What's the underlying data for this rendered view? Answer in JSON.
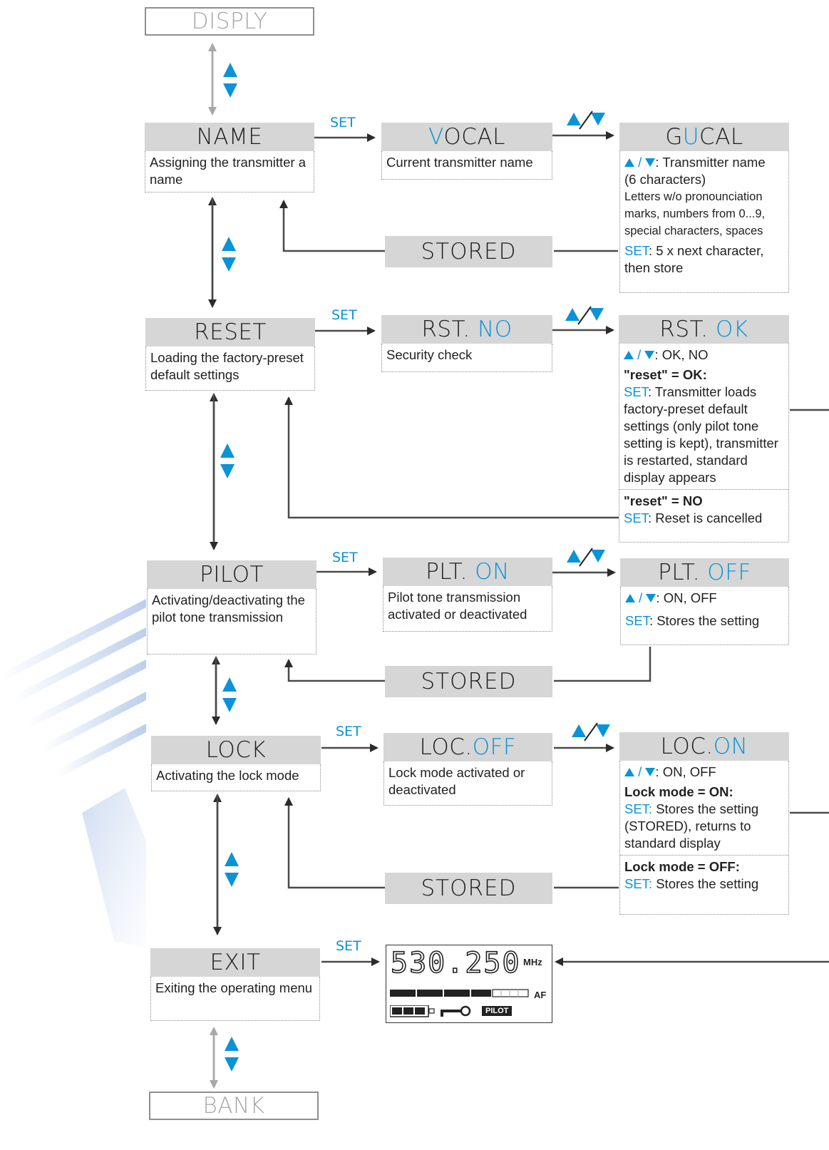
{
  "colors": {
    "accent": "#0a93d8",
    "header_bg": "#d6d6d6",
    "line": "#4a4a4a",
    "gray_line": "#a8a8a8"
  },
  "top": {
    "label": "DISPLY"
  },
  "bottom": {
    "label": "BANK"
  },
  "set_label": "SET",
  "stored_label": "STORED",
  "name": {
    "title": "NAME",
    "desc": "Assigning the transmitter a name",
    "mid": {
      "first": "V",
      "rest": "OCAL",
      "desc": "Current transmitter name"
    },
    "right": {
      "pre": "G",
      "acc": "U",
      "rest": "CAL",
      "l1": ": Transmitter name",
      "l2": "(6 characters)",
      "l3": "Letters w/o pronounciation",
      "l4": "marks, numbers from 0...9,",
      "l5": "special characters, spaces",
      "set": "SET",
      "l6": ": 5 x next character,",
      "l7": "then store"
    }
  },
  "reset": {
    "title": "RESET",
    "desc": "Loading the factory-preset default settings",
    "mid": {
      "pre": "RST. ",
      "acc": "NO",
      "desc": "Security check"
    },
    "right": {
      "pre": "RST. ",
      "acc": "OK",
      "opts": ": OK, NO",
      "h1": "\"reset\" = OK:",
      "set": "SET",
      "t1": ": Transmitter loads",
      "t2": "factory-preset default",
      "t3": "settings (only pilot tone",
      "t4": "setting is kept), transmitter",
      "t5": "is restarted, standard",
      "t6": "display appears",
      "h2": "\"reset\" = NO",
      "t7": ":  Reset is cancelled"
    }
  },
  "pilot": {
    "title": "PILOT",
    "desc": "Activating/deactivating the pilot tone transmission",
    "mid": {
      "pre": "PLT.  ",
      "acc": "ON",
      "desc": "Pilot tone transmission activated or deactivated"
    },
    "right": {
      "pre": "PLT.  ",
      "acc": "OFF",
      "opts": ": ON, OFF",
      "set": "SET",
      "t1": ": Stores the setting"
    }
  },
  "lock": {
    "title": "LOCK",
    "desc": "Activating the lock mode",
    "mid": {
      "pre": "LOC.",
      "acc": "OFF",
      "desc": "Lock mode activated or deactivated"
    },
    "right": {
      "pre": "LOC.",
      "acc": "ON",
      "opts": ": ON, OFF",
      "h1": "Lock mode = ON:",
      "set": "SET:",
      "t1": " Stores the setting",
      "t2": "(STORED), returns to",
      "t3": "standard display",
      "h2": "Lock mode = OFF:",
      "t4": " Stores the setting"
    }
  },
  "exit": {
    "title": "EXIT",
    "desc": "Exiting the operating menu",
    "lcd": {
      "freq": "530.250",
      "unit": "MHz",
      "af": "AF",
      "pilot": "PILOT"
    }
  }
}
